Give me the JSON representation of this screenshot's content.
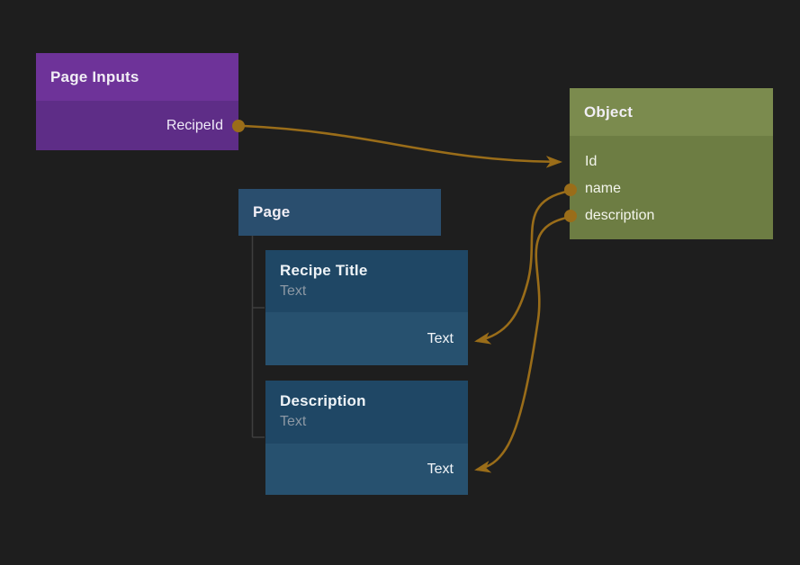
{
  "canvas": {
    "background": "#1e1e1e"
  },
  "colors": {
    "edge_accent": "#9a6d19",
    "page_inputs_header": "#6e3399",
    "page_inputs_body": "#5e2d87",
    "object_header": "#7b8b4e",
    "object_body": "#6d7d43",
    "page_bar": "#2a4e6e",
    "component_header": "#1f4765",
    "component_body": "#27516f",
    "tree_line": "#3e3e3e"
  },
  "nodes": {
    "page_inputs": {
      "title": "Page Inputs",
      "outputs": [
        {
          "label": "RecipeId"
        }
      ]
    },
    "object": {
      "title": "Object",
      "fields": [
        {
          "label": "Id"
        },
        {
          "label": "name"
        },
        {
          "label": "description"
        }
      ]
    },
    "page": {
      "title": "Page"
    },
    "components": [
      {
        "title": "Recipe Title",
        "subtitle": "Text",
        "port_label": "Text"
      },
      {
        "title": "Description",
        "subtitle": "Text",
        "port_label": "Text"
      }
    ]
  },
  "edges": [
    {
      "from": "Page Inputs.RecipeId",
      "to": "Object.Id"
    },
    {
      "from": "Object.name",
      "to": "Recipe Title.Text"
    },
    {
      "from": "Object.description",
      "to": "Description.Text"
    }
  ]
}
